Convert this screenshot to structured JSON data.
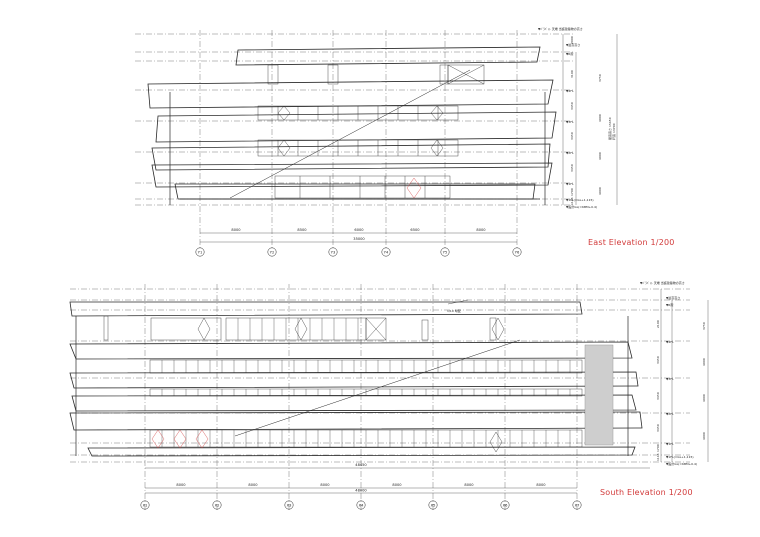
{
  "east": {
    "title": "East Elevation  1/200",
    "grid_labels": [
      "Y1",
      "Y2",
      "Y3",
      "Y4",
      "Y5",
      "Y6"
    ],
    "spans": [
      "8000",
      "8500",
      "6000",
      "6500",
      "8000"
    ],
    "total": "35000",
    "top_note": "▼ﾊﾟﾗﾍﾟｯﾄ 天端 当該建築物の高さ",
    "levels": [
      "▼最高高さ",
      "▼R階",
      "▼4FL",
      "▼3FL",
      "▼2FL",
      "▼1FL",
      "▼1FL(=GL+1,115)",
      "▼設計GL(=KBM+0.4)"
    ],
    "heights_left": [
      "2000",
      "3100",
      "3450",
      "3450",
      "3450",
      "1700",
      "1115"
    ],
    "heights_right": [
      "3750",
      "4000",
      "4000",
      "4000"
    ],
    "total_left": "最高高さ 15450",
    "total_right": "軒高 13700"
  },
  "south": {
    "title": "South Elevation  1/200",
    "grid_labels": [
      "X1",
      "X2",
      "X3",
      "X4",
      "X5",
      "X6",
      "X7"
    ],
    "spans": [
      "8000",
      "8000",
      "8000",
      "8000",
      "8000",
      "8000"
    ],
    "total": "48000",
    "overall": "48450",
    "top_note": "▼ﾊﾟﾗﾍﾟｯﾄ 天端 当該建築物の高さ",
    "levels": [
      "▼最高高さ",
      "▼R階",
      "▼4FL",
      "▼3FL",
      "▼2FL",
      "▼1FL",
      "▼1FL(=GL+1,115)",
      "▼設計GL(=KBM+0.4)"
    ],
    "heights_left": [
      "2100",
      "3450",
      "3450",
      "3450",
      "1700",
      "1115"
    ],
    "heights_right": [
      "3750",
      "4000",
      "4000",
      "4000"
    ],
    "annot": "1/10 勾配"
  },
  "colors": {
    "line": "#2a2a2a",
    "accent": "#d23b3b",
    "fill": "#555555"
  }
}
